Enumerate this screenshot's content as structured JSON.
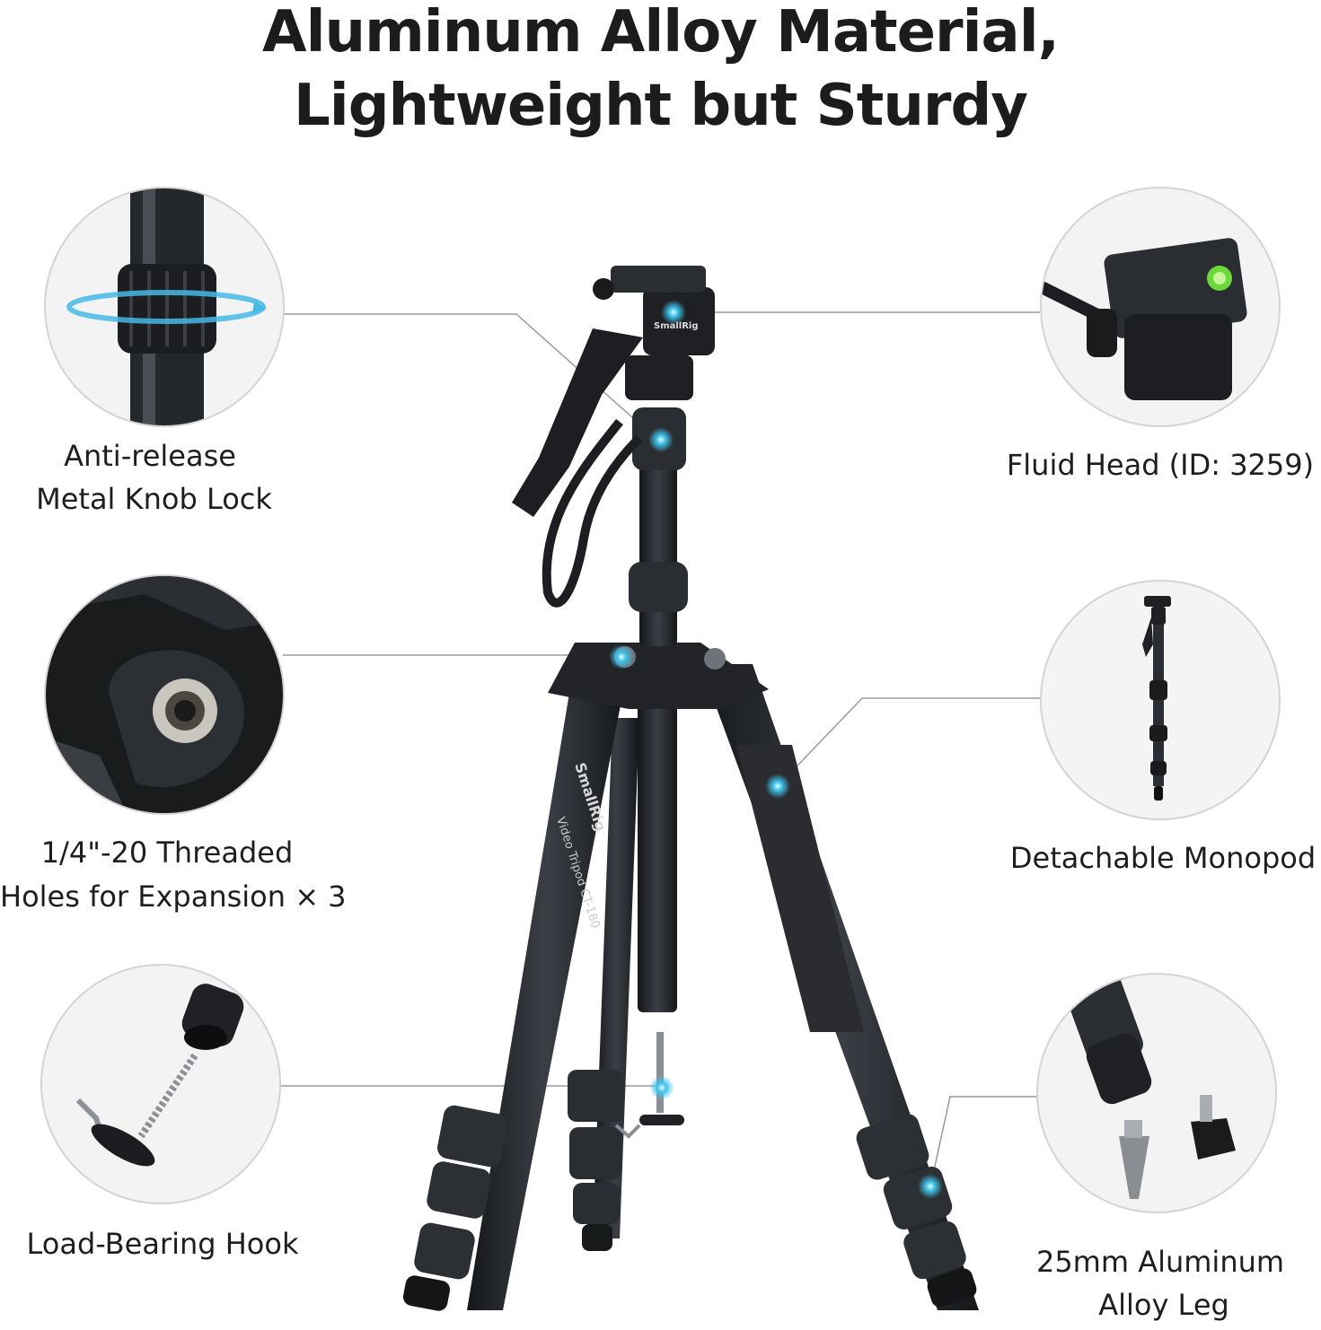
{
  "heading": {
    "line1": "Aluminum Alloy Material,",
    "line2": "Lightweight but Sturdy"
  },
  "callouts": {
    "knob_lock": {
      "line1": "Anti-release",
      "line2": "Metal Knob Lock"
    },
    "threaded_holes": {
      "line1": "1/4\"-20 Threaded",
      "line2": "Holes for Expansion × 3"
    },
    "hook": {
      "line1": "Load-Bearing Hook"
    },
    "fluid_head": {
      "line1": "Fluid Head (ID: 3259)"
    },
    "monopod": {
      "line1": "Detachable Monopod"
    },
    "leg": {
      "line1": "25mm Aluminum",
      "line2": "Alloy Leg"
    }
  },
  "product_print": {
    "brand": "SmallRig",
    "model": "Video Tripod CT-180"
  },
  "colors": {
    "accent": "#2fb7e0",
    "metal_dark": "#1f2124",
    "metal_mid": "#3a3d42",
    "leader": "#9a9a9a"
  }
}
